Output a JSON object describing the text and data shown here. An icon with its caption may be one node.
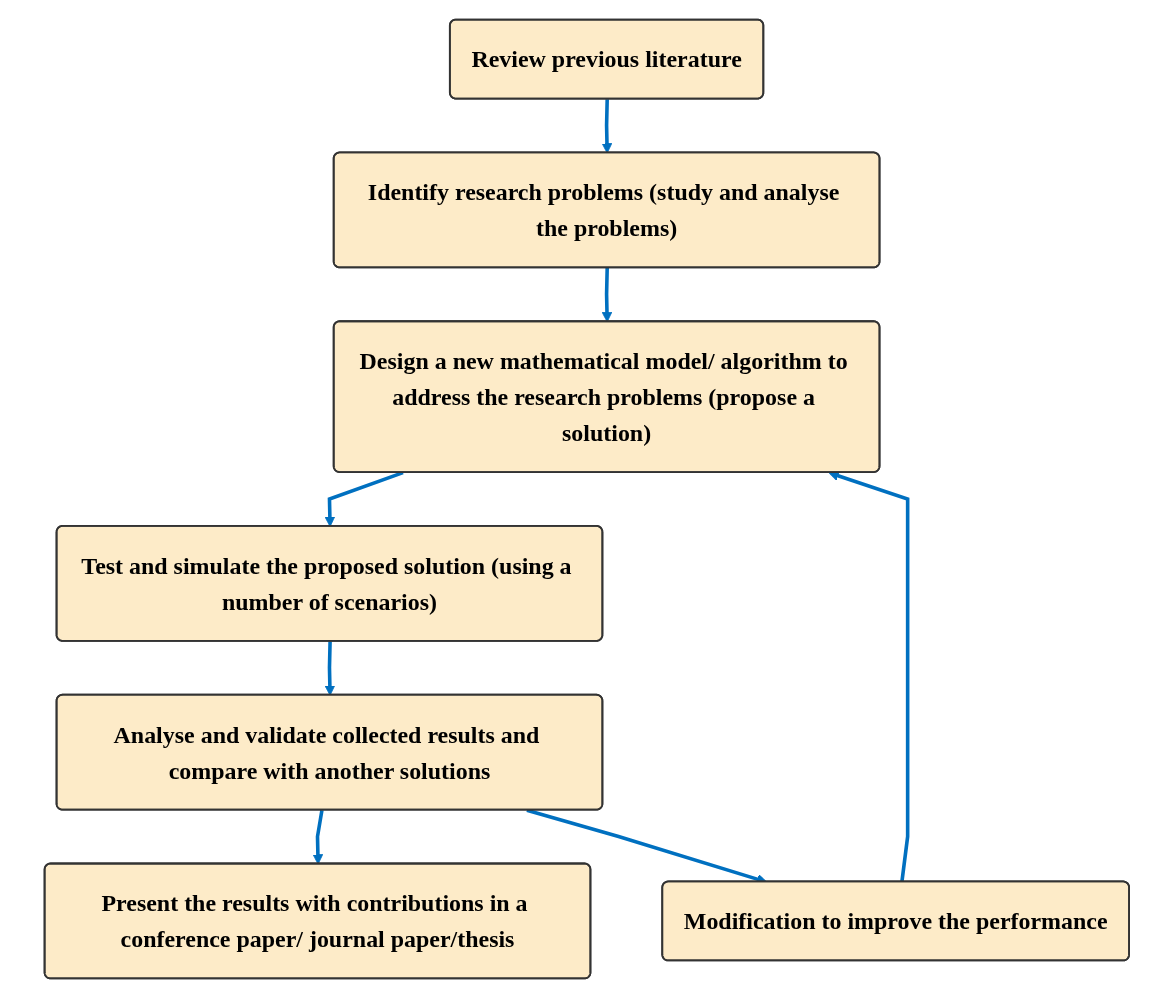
{
  "diagram": {
    "nodes": [
      {
        "text": [
          "Review previous literature"
        ]
      },
      {
        "text": [
          "Identify research problems (study and analyse the problems)"
        ]
      },
      {
        "text": [
          "Design a new mathematical model/ algorithm to address the research problems (propose a solution)"
        ]
      },
      {
        "text": [
          "Test and simulate the proposed solution (using a number of scenarios)"
        ]
      },
      {
        "text": [
          "Analyse and validate collected results and compare with another solutions"
        ]
      },
      {
        "text": [
          "Modification to improve the performance"
        ]
      },
      {
        "text": [
          "Present the results with contributions in a conference paper/ journal paper/thesis"
        ]
      }
    ],
    "edges": [
      {
        "from": 0,
        "to": 1,
        "arrow": "to"
      },
      {
        "from": 1,
        "to": 2,
        "arrow": "to"
      },
      {
        "from": 2,
        "to": 3,
        "arrow": "to"
      },
      {
        "from": 3,
        "to": 4,
        "arrow": "to"
      },
      {
        "from": 4,
        "to": 6,
        "arrow": "to"
      },
      {
        "from": 4,
        "to": 5,
        "arrow": "to"
      },
      {
        "from": 5,
        "to": 2,
        "arrow": "to"
      }
    ]
  }
}
